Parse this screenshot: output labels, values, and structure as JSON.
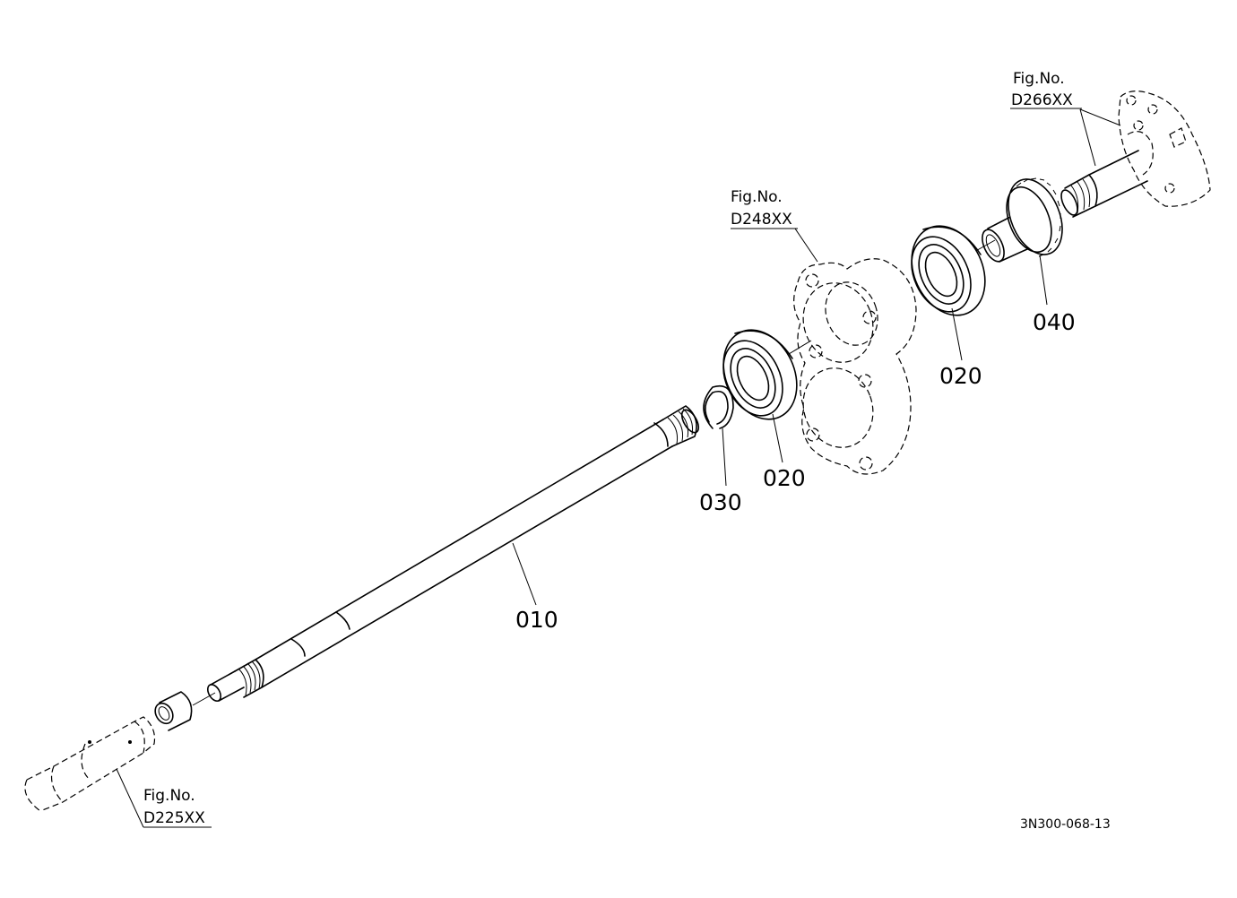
{
  "labels": {
    "p010": "010",
    "p020a": "020",
    "p020b": "020",
    "p030": "030",
    "p040": "040"
  },
  "refs": {
    "d266": {
      "line1": "Fig.No.",
      "line2": "D266XX"
    },
    "d248": {
      "line1": "Fig.No.",
      "line2": "D248XX"
    },
    "d225": {
      "line1": "Fig.No.",
      "line2": "D225XX"
    }
  },
  "drawing_code": "3N300-068-13"
}
